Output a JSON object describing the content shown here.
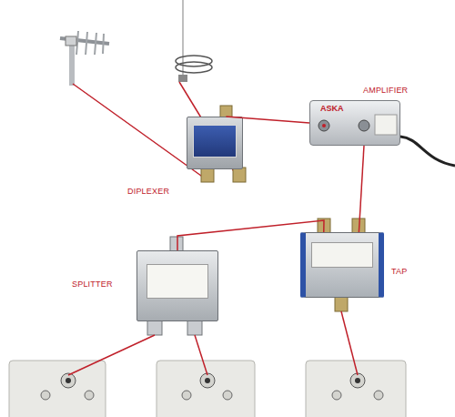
{
  "diagram": {
    "nodes": [
      {
        "text": [
          "AMPLIFIER"
        ]
      },
      {
        "text": [
          "DIPLEXER"
        ]
      },
      {
        "text": [
          "TAP"
        ]
      },
      {
        "text": [
          "SPLITTER"
        ]
      }
    ],
    "edges": [
      {
        "from": 1,
        "to": 0,
        "arrow": "none"
      },
      {
        "from": 0,
        "to": 2,
        "arrow": "none"
      },
      {
        "from": 2,
        "to": 3,
        "arrow": "none"
      }
    ],
    "labels": [
      "ASKA"
    ]
  }
}
